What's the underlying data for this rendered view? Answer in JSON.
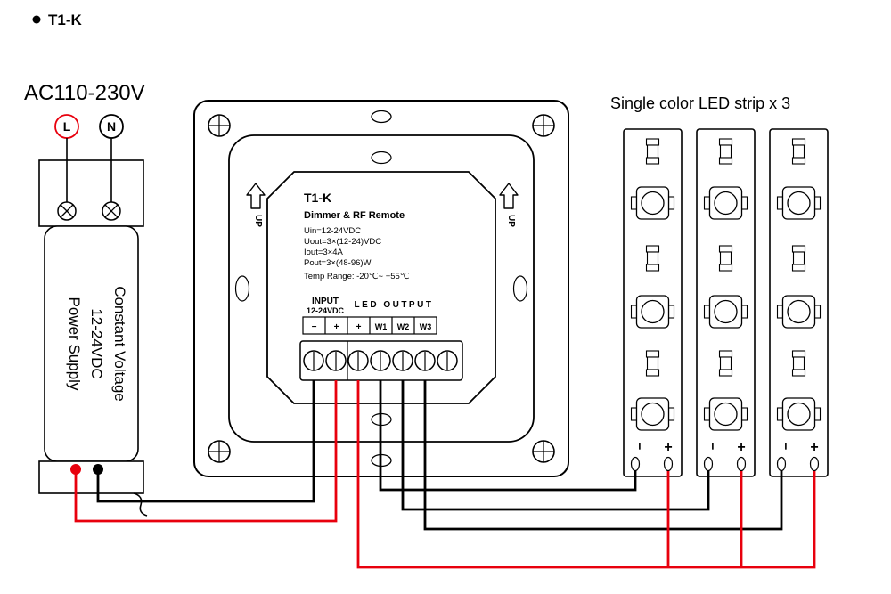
{
  "heading": {
    "model": "T1-K"
  },
  "ac": {
    "label": "AC110-230V",
    "l": "L",
    "n": "N"
  },
  "psu": {
    "lines": [
      "Power Supply",
      "12-24VDC",
      "Constant Voltage"
    ]
  },
  "panel": {
    "model": "T1-K",
    "subtitle": "Dimmer & RF Remote",
    "specs": [
      "Uin=12-24VDC",
      "Uout=3×(12-24)VDC",
      "Iout=3×4A",
      "Pout=3×(48-96)W",
      "Temp Range: -20℃~ +55℃"
    ],
    "up": "UP",
    "input_label": "INPUT",
    "input_voltage": "12-24VDC",
    "output_label": "LED OUTPUT",
    "terminals": [
      "−",
      "+",
      "+",
      "W1",
      "W2",
      "W3"
    ]
  },
  "strips": {
    "heading": "Single color LED strip x 3",
    "minus": "−",
    "plus": "+"
  },
  "colors": {
    "wire_red": "#e8000d",
    "wire_black": "#000000"
  }
}
